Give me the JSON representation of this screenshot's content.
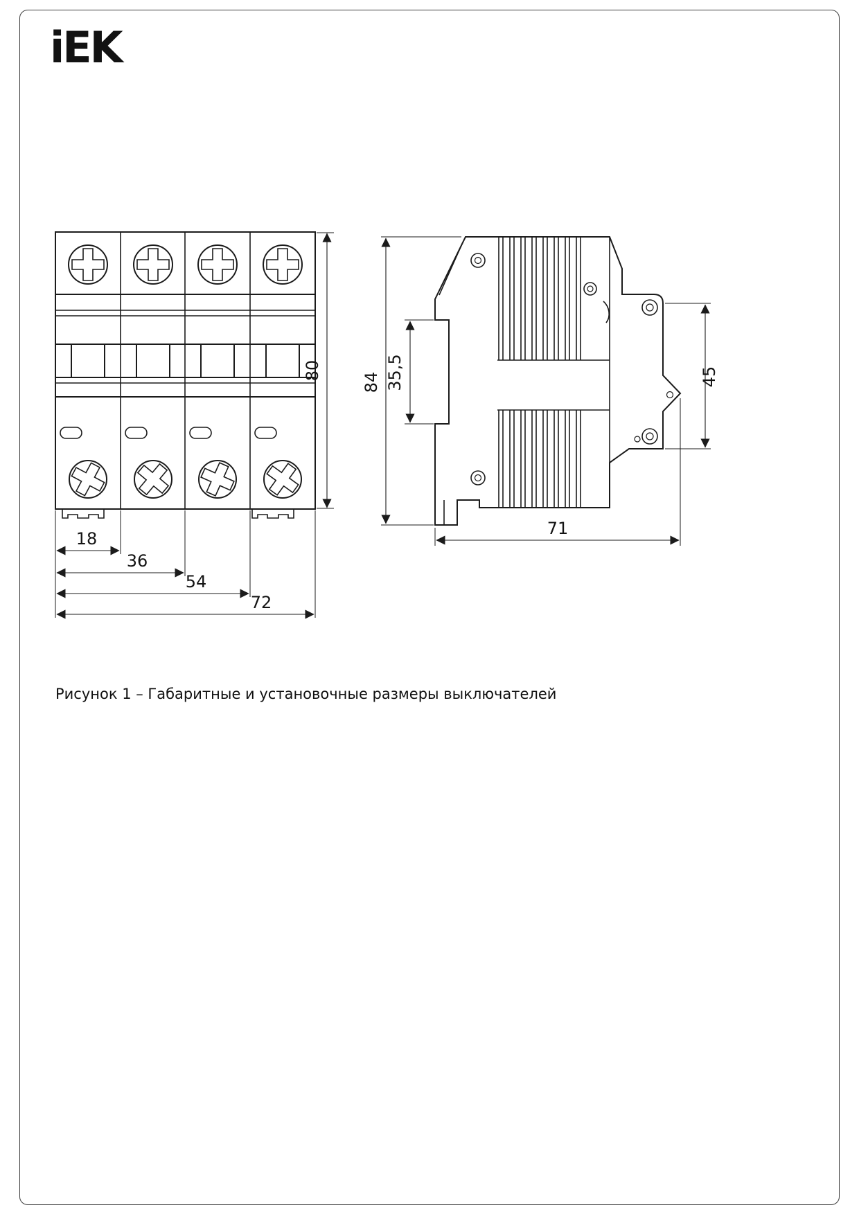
{
  "logo": {
    "text": "iEK"
  },
  "caption": "Рисунок 1 – Габаритные и установочные размеры выключателей",
  "front_view": {
    "dim_height": "80",
    "dim_w1": "18",
    "dim_w2": "36",
    "dim_w3": "54",
    "dim_w4": "72"
  },
  "side_view": {
    "dim_height": "84",
    "dim_rail": "35,5",
    "dim_front": "45",
    "dim_depth": "71"
  }
}
